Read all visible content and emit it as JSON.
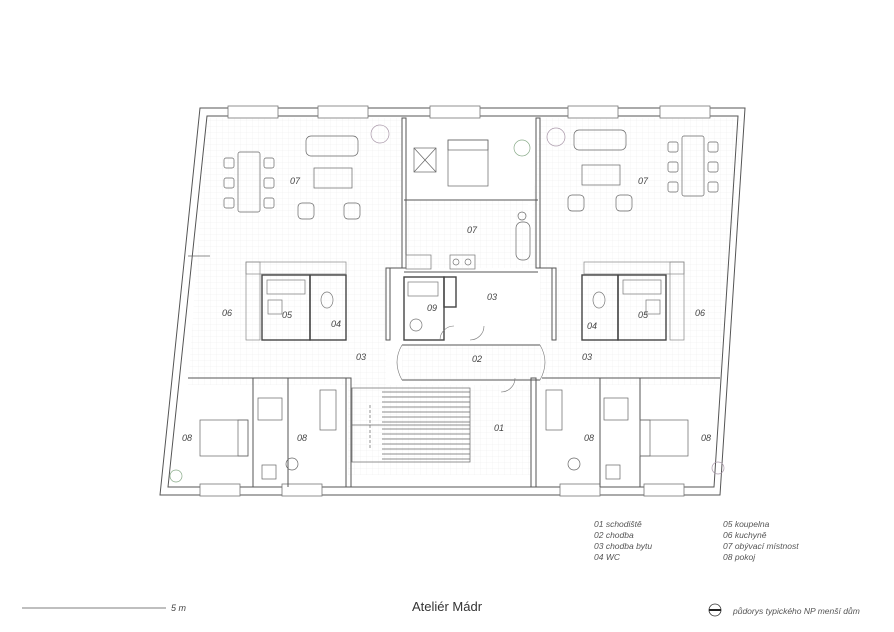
{
  "rooms": {
    "left_living": "07",
    "left_kitchen": "06",
    "left_bath": "05",
    "left_wc": "04",
    "left_hall": "03",
    "left_bed1": "08",
    "left_bed2": "08",
    "center_living": "07",
    "center_bath": "09",
    "center_hall": "03",
    "corridor": "02",
    "stairs": "01",
    "right_living": "07",
    "right_kitchen": "06",
    "right_bath": "05",
    "right_wc": "04",
    "right_hall": "03",
    "right_bed1": "08",
    "right_bed2": "08"
  },
  "legend": {
    "col1": [
      "01 schodiště",
      "02 chodba",
      "03 chodba bytu",
      "04 WC"
    ],
    "col2": [
      "05 koupelna",
      "06 kuchyně",
      "07 obývací místnost",
      "08 pokoj"
    ]
  },
  "scale_label": "5 m",
  "studio_name": "Ateliér Mádr",
  "caption": "půdorys typického NP menší dům",
  "icons": {
    "north": "north-arrow-icon"
  }
}
